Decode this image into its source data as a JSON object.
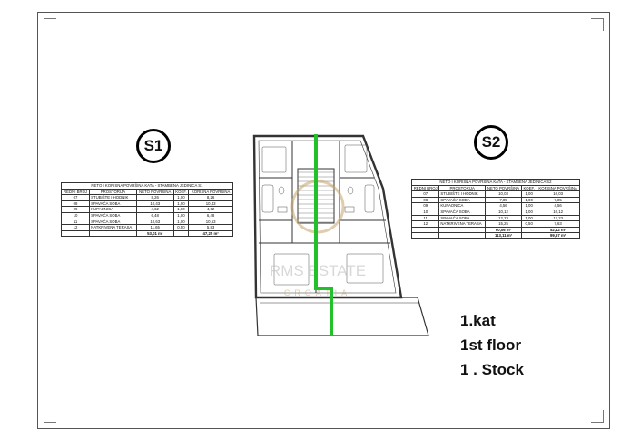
{
  "badges": {
    "s1": "S1",
    "s2": "S2"
  },
  "table_headers": {
    "redni_broj": "REDNI BROJ",
    "prostorija": "PROSTORIJA",
    "neto_povrsina": "NETO POVRŠINA",
    "koef": "KOEF.",
    "korisna_povrsina": "KORISNA POVRŠINA"
  },
  "table_s1": {
    "caption": "NETO I KORISNA POVRŠINA KATA - STAMBENA JEDINICA S1",
    "rows": [
      [
        "07",
        "STUBIŠTE I HODNIK",
        "8,26",
        "1,00",
        "8,26"
      ],
      [
        "08",
        "SPAVAĆA SOBA",
        "10,43",
        "1,00",
        "10,43"
      ],
      [
        "09",
        "KUPAONICA",
        "4,62",
        "1,00",
        "4,62"
      ],
      [
        "10",
        "SPAVAĆA SOBA",
        "6,48",
        "1,00",
        "6,48"
      ],
      [
        "11",
        "SPAVAĆA SOBA",
        "10,63",
        "1,00",
        "10,63"
      ],
      [
        "12",
        "NATKRIVENA TERASA",
        "11,65",
        "0,50",
        "5,83"
      ]
    ],
    "totals": [
      "53,01 m²",
      "",
      "47,25 m²"
    ]
  },
  "table_s2": {
    "caption": "NETO I KORISNA POVRŠINA KATA - STAMBENA JEDINICA S2",
    "rows": [
      [
        "07",
        "STUBIŠTE I HODNIK",
        "10,03",
        "1,00",
        "10,03"
      ],
      [
        "08",
        "SPAVAĆA SOBA",
        "7,85",
        "1,00",
        "7,85"
      ],
      [
        "09",
        "KUPAONICA",
        "4,56",
        "1,00",
        "4,56"
      ],
      [
        "10",
        "SPAVAĆA SOBA",
        "10,12",
        "1,00",
        "10,12"
      ],
      [
        "11",
        "SPAVAĆA SOBA",
        "12,23",
        "1,00",
        "12,23"
      ],
      [
        "12",
        "NATKRIVENA TERASA",
        "15,25",
        "0,50",
        "7,63"
      ]
    ],
    "totals": [
      "60,06 m²",
      "",
      "52,42 m²"
    ],
    "totals2": [
      "113,11 m²",
      "",
      "99,67 m²"
    ]
  },
  "watermark": {
    "line1": "RMS ESTATE",
    "line2": "CROATIA"
  },
  "floor_labels": [
    "1.kat",
    "1st floor",
    "1 . Stock"
  ],
  "colors": {
    "divider_green": "#22c02a",
    "watermark": "#c7a46a",
    "ink": "#333333"
  }
}
